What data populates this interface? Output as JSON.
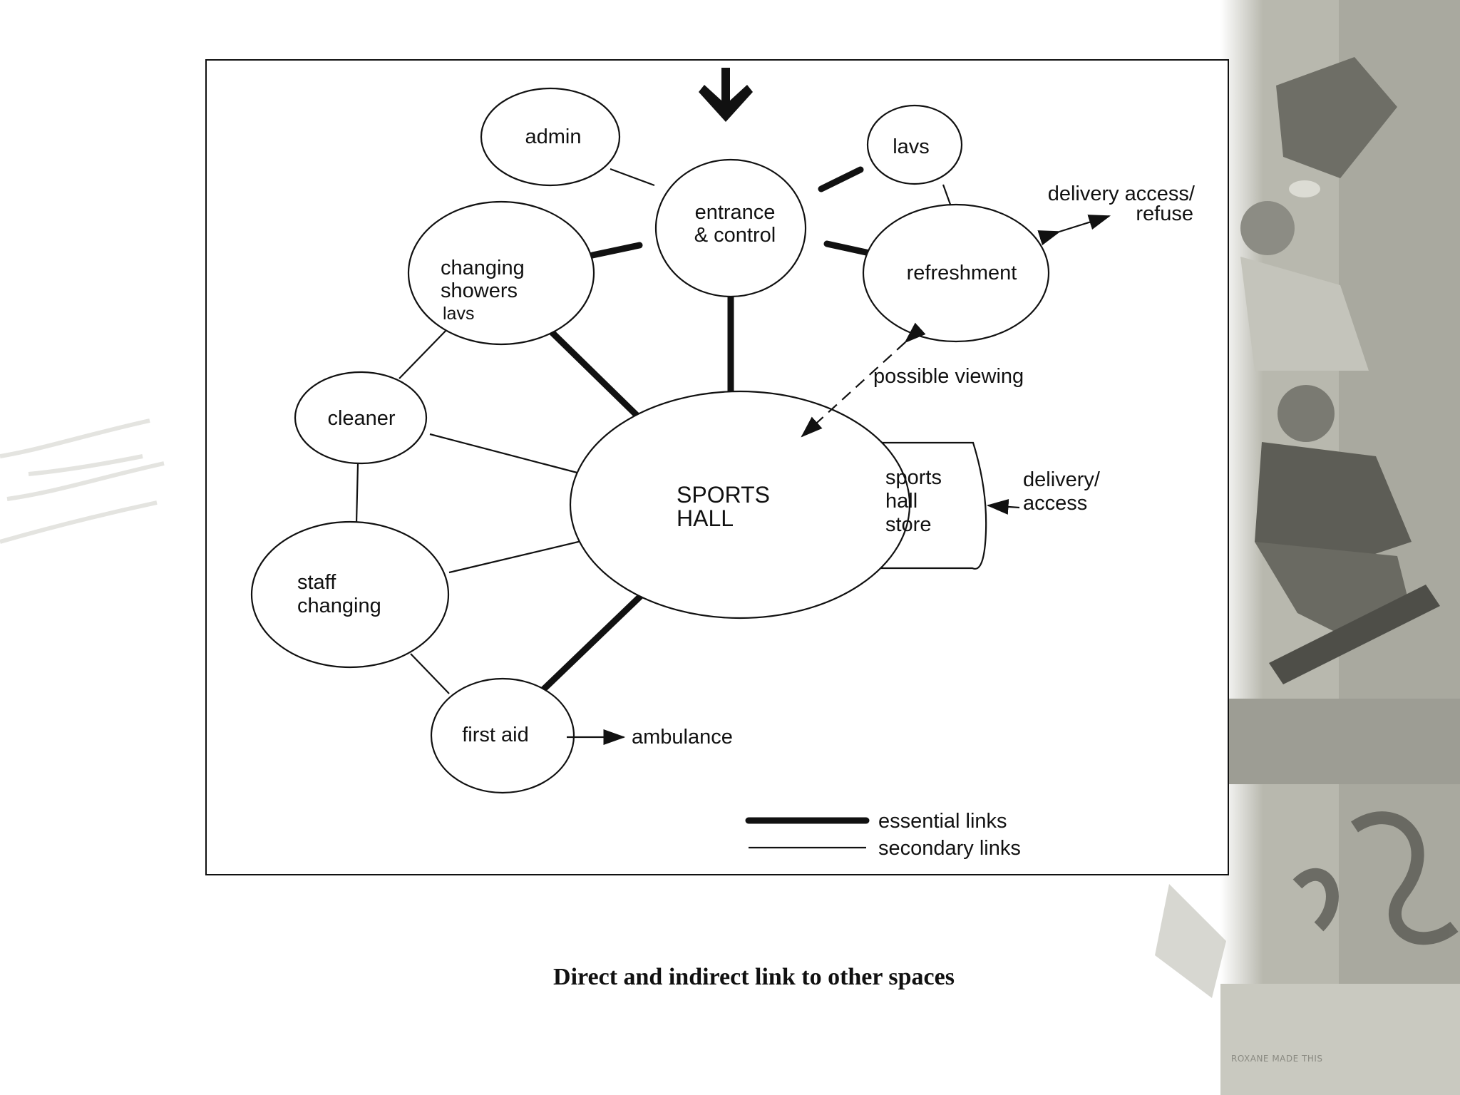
{
  "diagram": {
    "nodes": {
      "admin": "admin",
      "entrance": [
        "entrance",
        "& control"
      ],
      "lavs": "lavs",
      "refreshment": "refreshment",
      "changing": [
        "changing",
        "showers",
        "lavs"
      ],
      "cleaner": "cleaner",
      "sports_hall": [
        "SPORTS",
        "HALL"
      ],
      "store": [
        "sports",
        "hall",
        "store"
      ],
      "staff_changing": [
        "staff",
        "changing"
      ],
      "first_aid": "first aid"
    },
    "annotations": {
      "delivery_refuse": [
        "delivery access/",
        "refuse"
      ],
      "possible_viewing": "possible viewing",
      "delivery_access": [
        "delivery/",
        "access"
      ],
      "ambulance": "ambulance"
    },
    "legend": {
      "essential": "essential   links",
      "secondary": "secondary   links"
    }
  },
  "caption": "Direct and indirect link to other spaces",
  "photo_credit": "ROXANE MADE THIS",
  "colors": {
    "ink": "#111111",
    "photo_grey": "#9a9a90",
    "background": "#ffffff"
  }
}
